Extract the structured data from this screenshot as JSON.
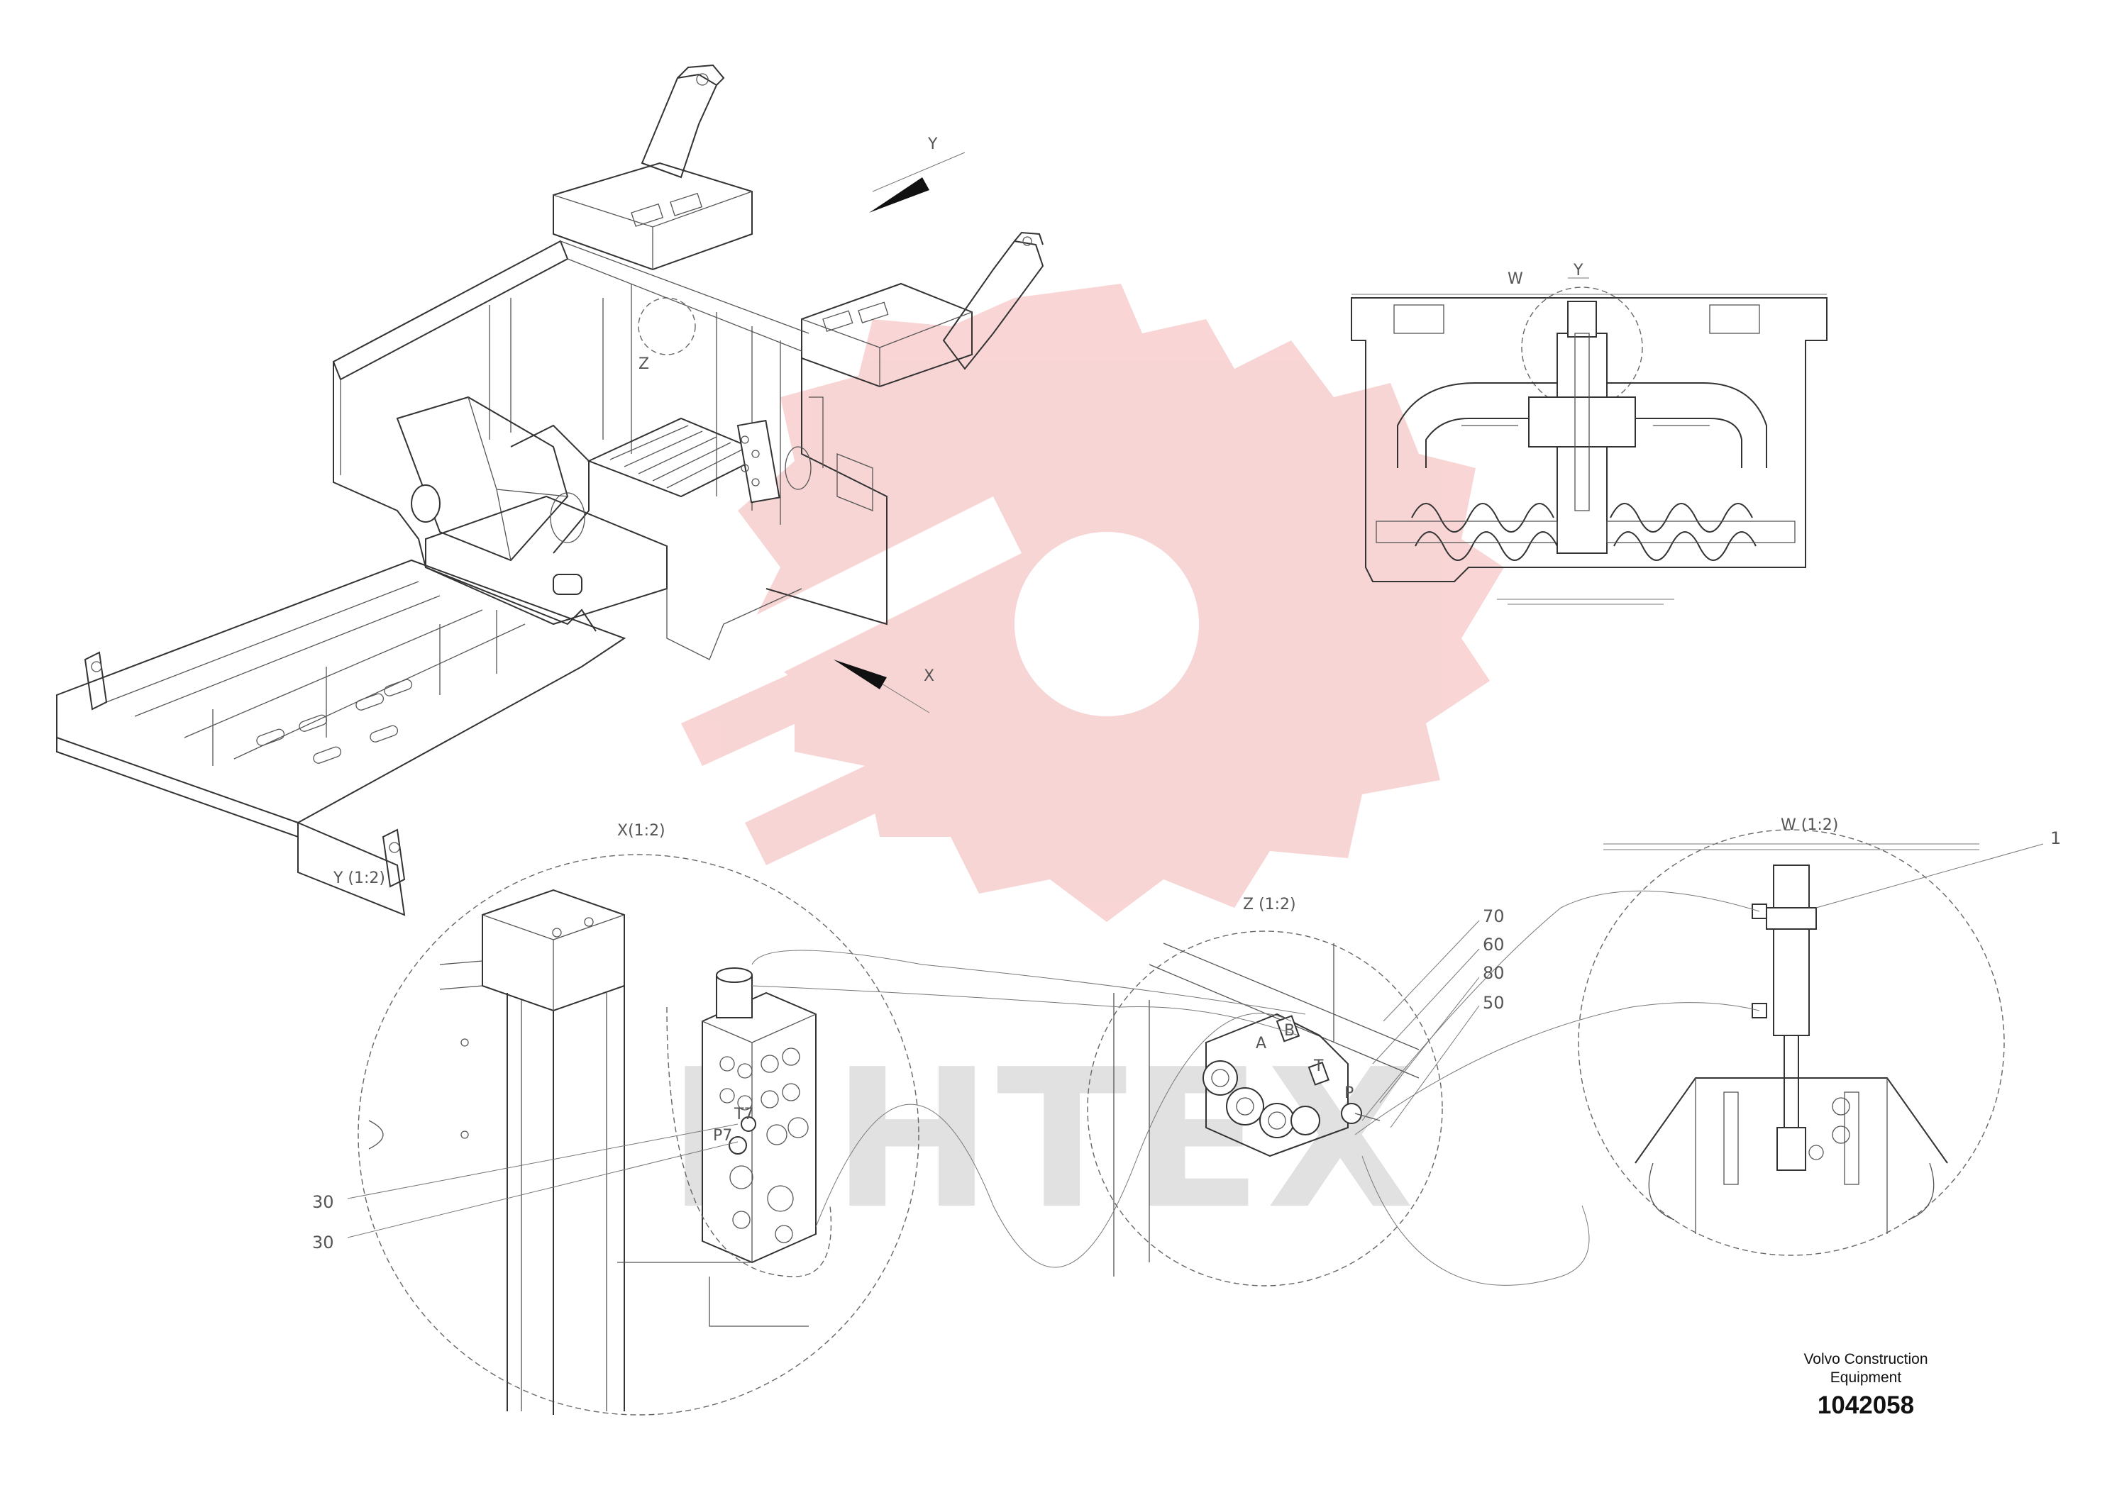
{
  "title_block": {
    "company_line1": "Volvo Construction",
    "company_line2": "Equipment",
    "drawing_number": "1042058"
  },
  "watermark": {
    "text": "ИНТЕХ",
    "color": "#f4b3b3",
    "text_color": "#d5d5d5"
  },
  "view_markers": {
    "y_arrow": "Y",
    "x_arrow": "X",
    "z_marker": "Z",
    "y_scale": "Y (1:2)",
    "w_marker": "W",
    "y_marker": "Y"
  },
  "detail_views": {
    "x": "X(1:2)",
    "z": "Z (1:2)",
    "w": "W (1:2)"
  },
  "part_callouts": [
    "1",
    "70",
    "60",
    "80",
    "50",
    "30",
    "30"
  ],
  "port_labels": {
    "t7": "T7",
    "p7": "P7",
    "z_a": "A",
    "z_b": "B",
    "z_t": "T",
    "z_p": "P"
  }
}
